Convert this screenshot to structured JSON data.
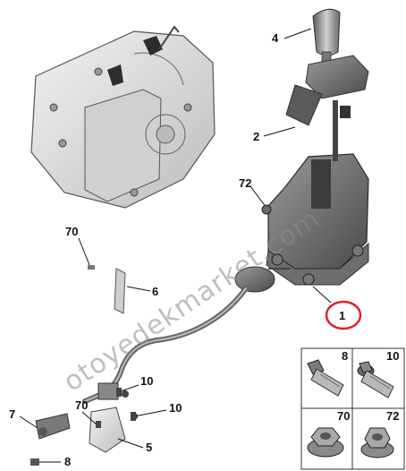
{
  "watermark": "otoyedekmarket.com",
  "highlight_color": "#e0202a",
  "callouts": {
    "c4": "4",
    "c2": "2",
    "c72": "72",
    "c70a": "70",
    "c6": "6",
    "c1": "1",
    "c10a": "10",
    "c10b": "10",
    "c70b": "70",
    "c7": "7",
    "c5": "5",
    "c8": "8"
  },
  "parts_table": {
    "cells": [
      {
        "label": "8",
        "icon": "short-bolt-icon"
      },
      {
        "label": "10",
        "icon": "flange-bolt-icon"
      },
      {
        "label": "70",
        "icon": "flange-nut-icon"
      },
      {
        "label": "72",
        "icon": "hex-nut-icon"
      }
    ]
  }
}
